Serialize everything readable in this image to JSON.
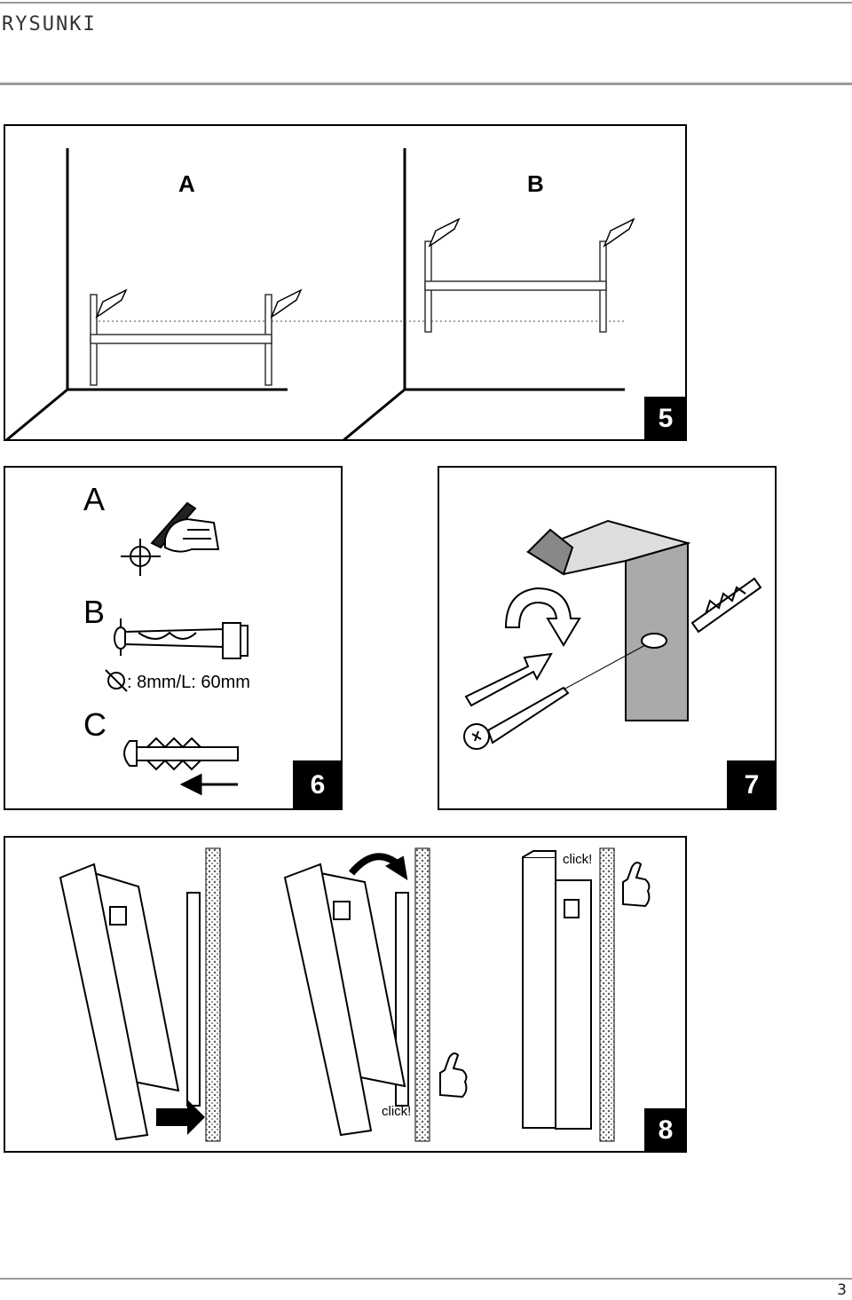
{
  "header": {
    "title": "RYSUNKI"
  },
  "footer": {
    "page_number": "3"
  },
  "figure5": {
    "number": "5",
    "label_a": "A",
    "label_b": "B"
  },
  "figure6": {
    "number": "6",
    "label_a": "A",
    "label_b": "B",
    "label_c": "C",
    "drill_spec": ": 8mm/L: 60mm"
  },
  "figure7": {
    "number": "7"
  },
  "figure8": {
    "number": "8",
    "click_1": "click!",
    "click_2": "click!"
  }
}
